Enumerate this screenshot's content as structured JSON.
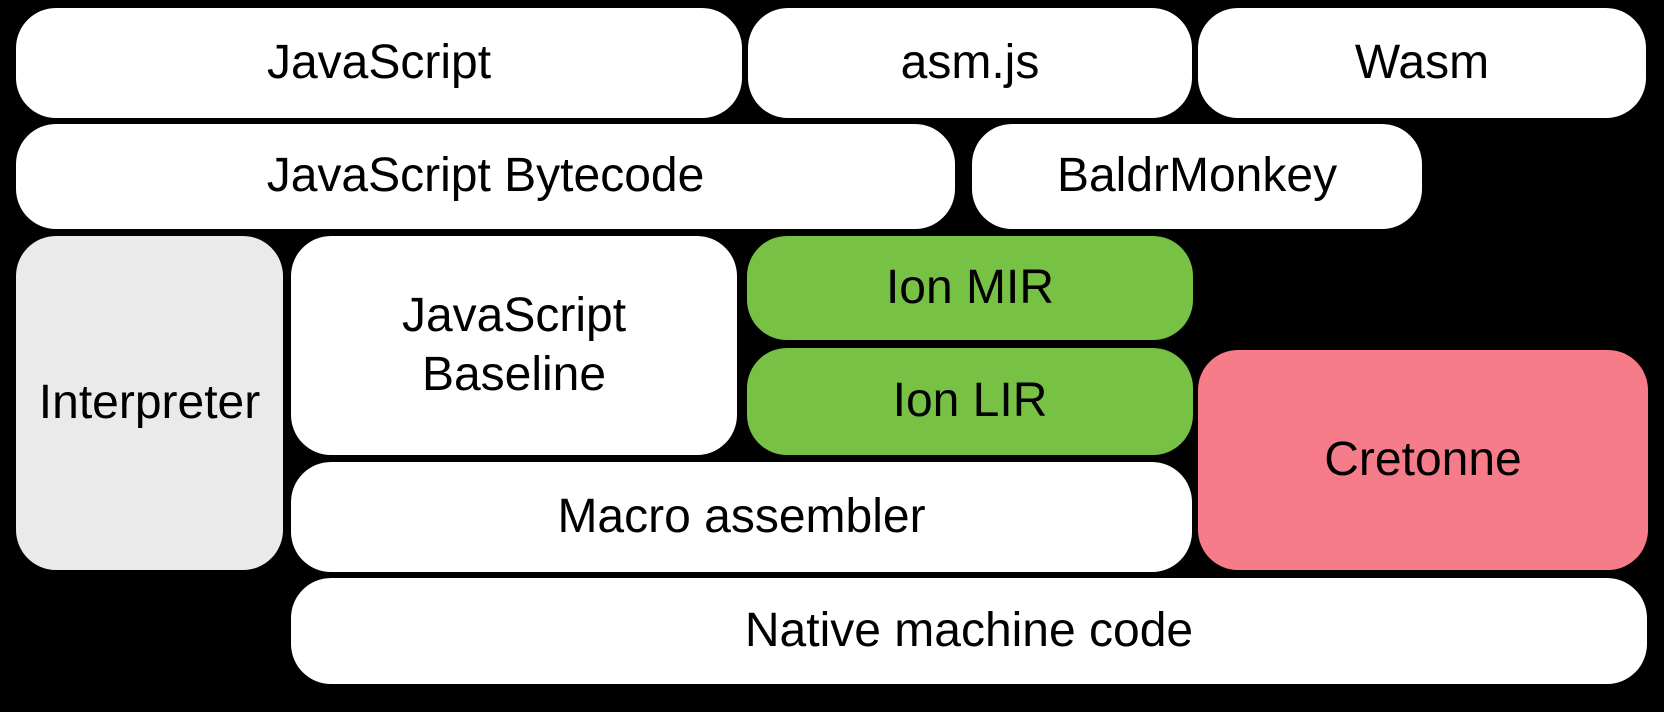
{
  "colors": {
    "background": "#000000",
    "box_default": "#ffffff",
    "interpreter_gray": "#eaeaea",
    "ion_green": "#77c145",
    "cretonne_pink": "#f67c8a",
    "text": "#000000"
  },
  "boxes": {
    "javascript": {
      "label": "JavaScript"
    },
    "asmjs": {
      "label": "asm.js"
    },
    "wasm": {
      "label": "Wasm"
    },
    "javascript_bytecode": {
      "label": "JavaScript Bytecode"
    },
    "baldrmonkey": {
      "label": "BaldrMonkey"
    },
    "interpreter": {
      "label": "Interpreter"
    },
    "javascript_baseline": {
      "label": "JavaScript\nBaseline"
    },
    "ion_mir": {
      "label": "Ion MIR"
    },
    "ion_lir": {
      "label": "Ion LIR"
    },
    "cretonne": {
      "label": "Cretonne"
    },
    "macro_assembler": {
      "label": "Macro assembler"
    },
    "native_machine_code": {
      "label": "Native machine code"
    }
  }
}
